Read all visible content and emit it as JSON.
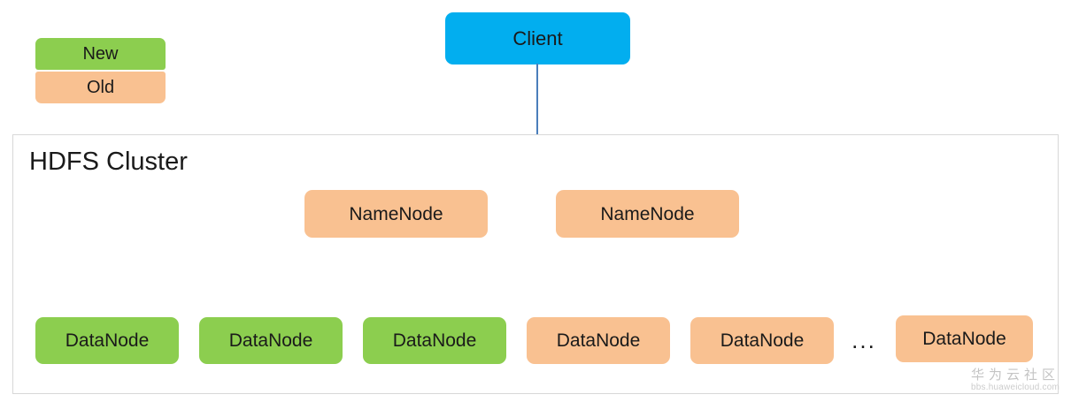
{
  "diagram": {
    "title": "HDFS Cluster",
    "legend": [
      {
        "label": "New",
        "color": "#8CCE4F"
      },
      {
        "label": "Old",
        "color": "#F9C191"
      }
    ],
    "client": {
      "label": "Client",
      "color": "#02AEEF"
    },
    "connector": {
      "color": "#4A7EBB"
    },
    "namenodes": [
      {
        "label": "NameNode",
        "color": "#F9C191",
        "state": "Old"
      },
      {
        "label": "NameNode",
        "color": "#F9C191",
        "state": "Old"
      }
    ],
    "datanodes": [
      {
        "label": "DataNode",
        "color": "#8CCE4F",
        "state": "New"
      },
      {
        "label": "DataNode",
        "color": "#8CCE4F",
        "state": "New"
      },
      {
        "label": "DataNode",
        "color": "#8CCE4F",
        "state": "New"
      },
      {
        "label": "DataNode",
        "color": "#F9C191",
        "state": "Old"
      },
      {
        "label": "DataNode",
        "color": "#F9C191",
        "state": "Old"
      },
      {
        "label": "DataNode",
        "color": "#F9C191",
        "state": "Old"
      }
    ],
    "ellipsis": "...",
    "cluster_border_color": "#D8D8D8"
  },
  "watermark": {
    "brand": "华为云社区",
    "url": "bbs.huaweicloud.com"
  }
}
